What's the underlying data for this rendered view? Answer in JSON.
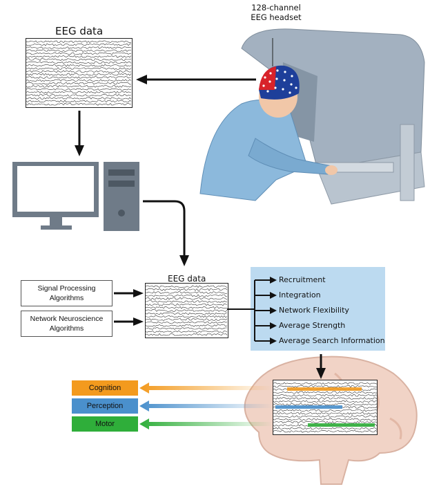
{
  "top": {
    "eeg_label": "EEG data",
    "headset_label_line1": "128-channel",
    "headset_label_line2": "EEG headset"
  },
  "middle": {
    "eeg_label": "EEG data",
    "algorithms": [
      {
        "line1": "Signal Processing",
        "line2": "Algorithms"
      },
      {
        "line1": "Network Neuroscience",
        "line2": "Algorithms"
      }
    ],
    "metrics": [
      "Recruitment",
      "Integration",
      "Network Flexibility",
      "Average Strength",
      "Average Search Information"
    ]
  },
  "bottom": {
    "functions": [
      {
        "label": "Cognition",
        "color": "#f39a1e"
      },
      {
        "label": "Perception",
        "color": "#4a90cc"
      },
      {
        "label": "Motor",
        "color": "#2fae3a"
      }
    ]
  },
  "colors": {
    "metrics_panel": "#bcdaf0",
    "brain": "#f1d3c6",
    "console": "#9aa9b8",
    "computer": "#6f7b88",
    "surgeon_gown": "#8cb9dc"
  }
}
